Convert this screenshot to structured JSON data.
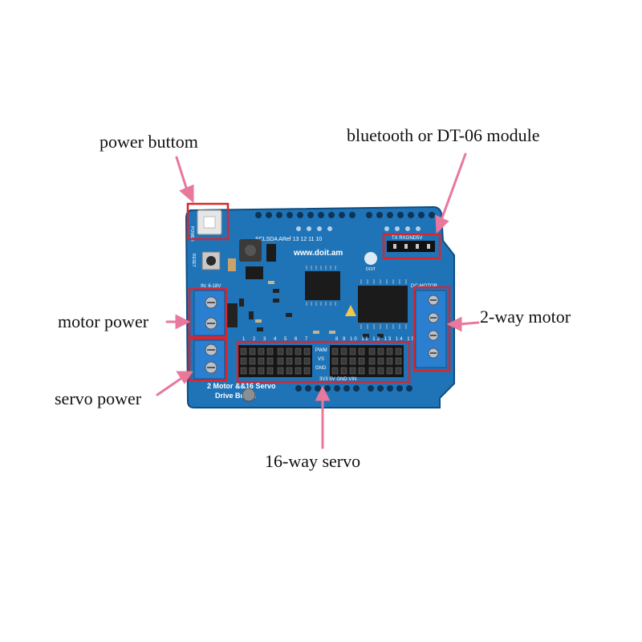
{
  "callouts": {
    "power_button": "power buttom",
    "bluetooth": "bluetooth or DT-06 module",
    "motor_power": "motor power",
    "two_way_motor": "2-way motor",
    "servo_power": "servo power",
    "sixteen_way_servo": "16-way servo"
  },
  "board": {
    "website": "www.doit.am",
    "title_line1": "2 Motor &&16 Servo",
    "title_line2": "Drive   Board",
    "logo": "DOIT",
    "power_label": "POWER",
    "reset_label": "RESET",
    "in_voltage": "IN: 6-18V",
    "dc_motor": "DC-MOTOR",
    "serial_header": "TX RXGND5V",
    "pwm": "PWM",
    "vs": "VS",
    "gnd": "GND",
    "bottom_row": "3V3 5V   GND VIN",
    "top_pins": "SCLSDA ARef 13 12 11 10",
    "servo_numbers_left": "1 2 3 4 5 6 7",
    "servo_numbers_right": "8 9 10 11 12 13 14 15"
  },
  "colors": {
    "board": "#1f74b8",
    "highlight": "#d7262e",
    "arrow": "#e8789c",
    "terminal": "#2a7fd0"
  }
}
